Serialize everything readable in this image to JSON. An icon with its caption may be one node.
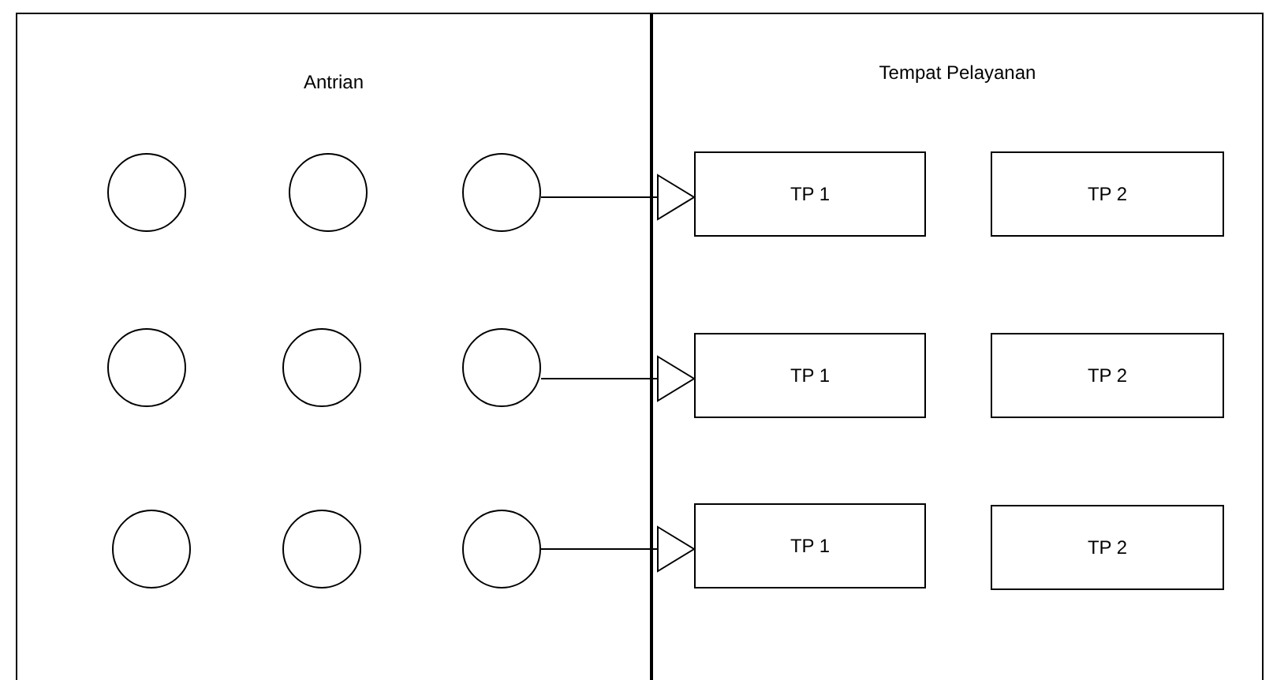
{
  "diagram": {
    "nodes": [
      {
        "text": [
          "Antrian"
        ]
      },
      {
        "text": [],
        "shape": "circle",
        "in": 0
      },
      {
        "text": [],
        "shape": "circle",
        "in": 0
      },
      {
        "text": [],
        "shape": "circle",
        "in": 0
      },
      {
        "text": [],
        "shape": "circle",
        "in": 0
      },
      {
        "text": [],
        "shape": "circle",
        "in": 0
      },
      {
        "text": [],
        "shape": "circle",
        "in": 0
      },
      {
        "text": [],
        "shape": "circle",
        "in": 0
      },
      {
        "text": [],
        "shape": "circle",
        "in": 0
      },
      {
        "text": [],
        "shape": "circle",
        "in": 0
      },
      {
        "text": [
          "Tempat Pelayanan"
        ]
      },
      {
        "text": [
          "TP 1"
        ],
        "in": 10
      },
      {
        "text": [
          "TP 2"
        ],
        "in": 10
      },
      {
        "text": [
          "TP 1"
        ],
        "in": 10
      },
      {
        "text": [
          "TP 2"
        ],
        "in": 10
      },
      {
        "text": [
          "TP 1"
        ],
        "in": 10
      },
      {
        "text": [
          "TP 2"
        ],
        "in": 10
      }
    ],
    "edges": [
      {
        "from": 3,
        "to": 11,
        "arrow": "to"
      },
      {
        "from": 6,
        "to": 13,
        "arrow": "to"
      },
      {
        "from": 9,
        "to": 15,
        "arrow": "to"
      }
    ]
  }
}
